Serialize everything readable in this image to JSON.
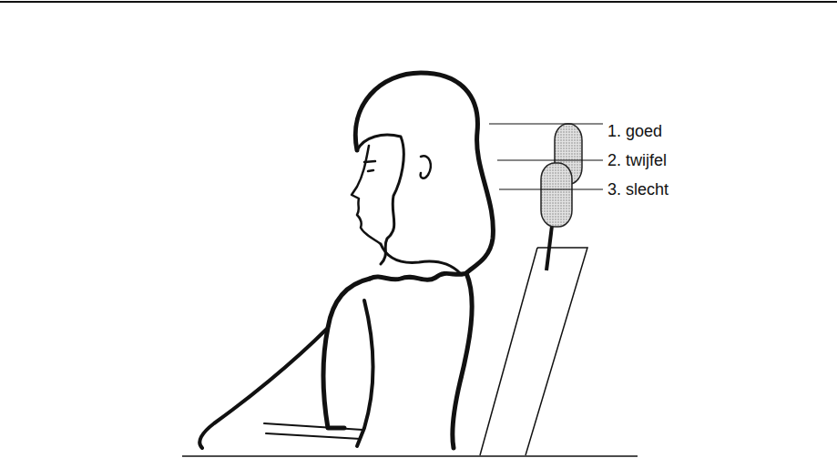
{
  "diagram": {
    "labels": [
      "1. goed",
      "2. twijfel",
      "3. slecht"
    ]
  }
}
